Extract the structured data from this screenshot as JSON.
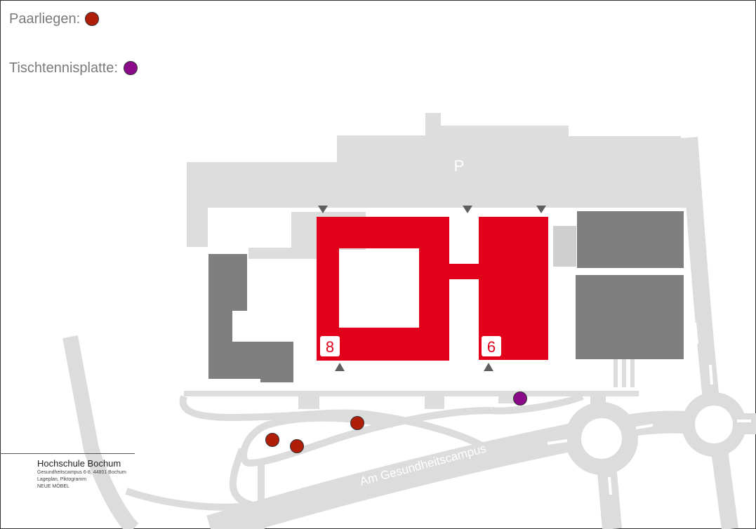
{
  "legend": {
    "items": [
      {
        "label": "Paarliegen:",
        "color": "#b01e0a"
      },
      {
        "label": "Tischtennisplatte:",
        "color": "#8a0a8a"
      }
    ]
  },
  "map": {
    "parking_label": "P",
    "street_label": "Am Gesundheitscampus",
    "building_labels": [
      "8",
      "6"
    ],
    "colors": {
      "building_highlight": "#e2001a",
      "building_other": "#7f7f7f",
      "ground": "#dddddd",
      "road": "#dcdcdc"
    }
  },
  "footer": {
    "title": "Hochschule Bochum",
    "address": "Gesundheitscampus 6-8, 44801 Bochum",
    "subtitle": "Lageplan, Piktogramm",
    "note": "NEUE MÖBEL"
  }
}
